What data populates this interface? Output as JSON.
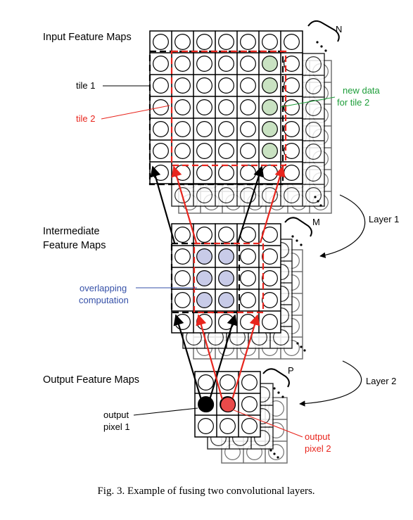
{
  "labels": {
    "input": "Input Feature Maps",
    "intermediate_1": "Intermediate",
    "intermediate_2": "Feature Maps",
    "output": "Output Feature Maps",
    "tile1": "tile 1",
    "tile2": "tile 2",
    "new_data_1": "new data",
    "new_data_2": "for tile 2",
    "overlap_1": "overlapping",
    "overlap_2": "computation",
    "layer1": "Layer 1",
    "layer2": "Layer 2",
    "out_px1_1": "output",
    "out_px1_2": "pixel 1",
    "out_px2_1": "output",
    "out_px2_2": "pixel 2",
    "N": "N",
    "M": "M",
    "P": "P"
  },
  "caption": "Fig. 3.  Example of fusing two convolutional layers.",
  "colors": {
    "tile1": "#000000",
    "tile2": "#e8251d",
    "new_data_fill": "#c9e2c2",
    "overlap_fill": "#c8cbe8",
    "output_pixel_1": "#000000",
    "output_pixel_2": "#e84a4a",
    "label_green": "#1e9e3a",
    "label_blue": "#3651a8"
  }
}
